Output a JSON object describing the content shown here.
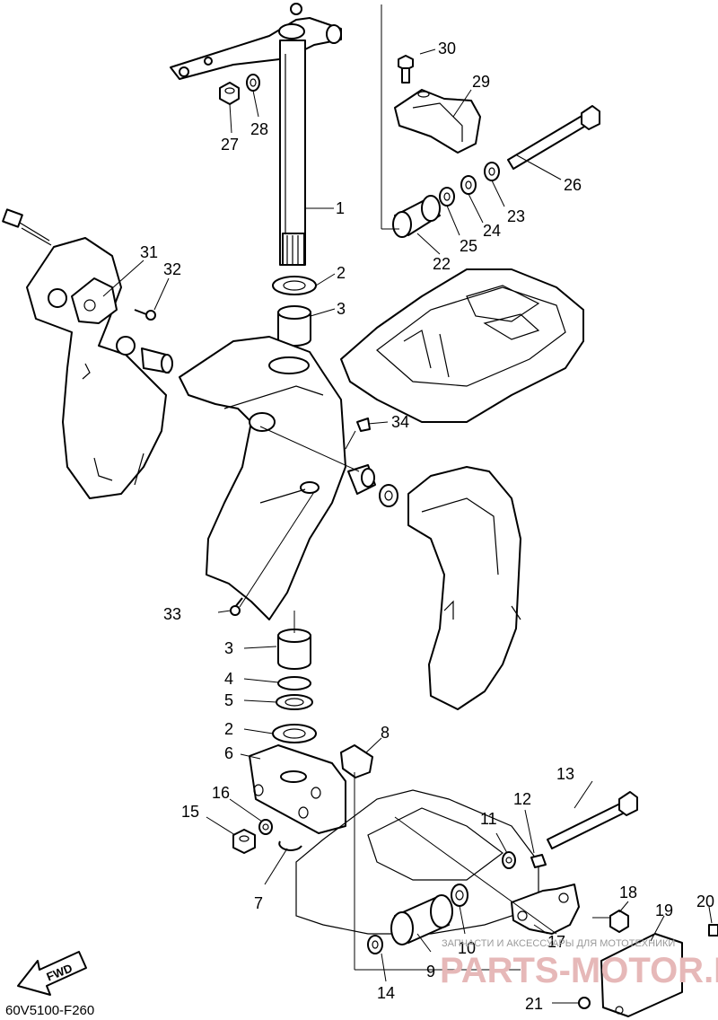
{
  "diagram": {
    "code": "60V5100-F260",
    "direction_label": "FWD",
    "watermark_text": "ЗАПЧАСТИ И АКСЕССУАРЫ ДЛЯ МОТОТЕХНИКИ",
    "watermark_logo": "PARTS-MOTOR.RU",
    "callouts": [
      "1",
      "2",
      "3",
      "4",
      "5",
      "6",
      "7",
      "8",
      "9",
      "10",
      "11",
      "12",
      "13",
      "14",
      "15",
      "16",
      "17",
      "18",
      "19",
      "20",
      "21",
      "22",
      "23",
      "24",
      "25",
      "26",
      "27",
      "28",
      "29",
      "30",
      "31",
      "32",
      "33",
      "34"
    ]
  }
}
